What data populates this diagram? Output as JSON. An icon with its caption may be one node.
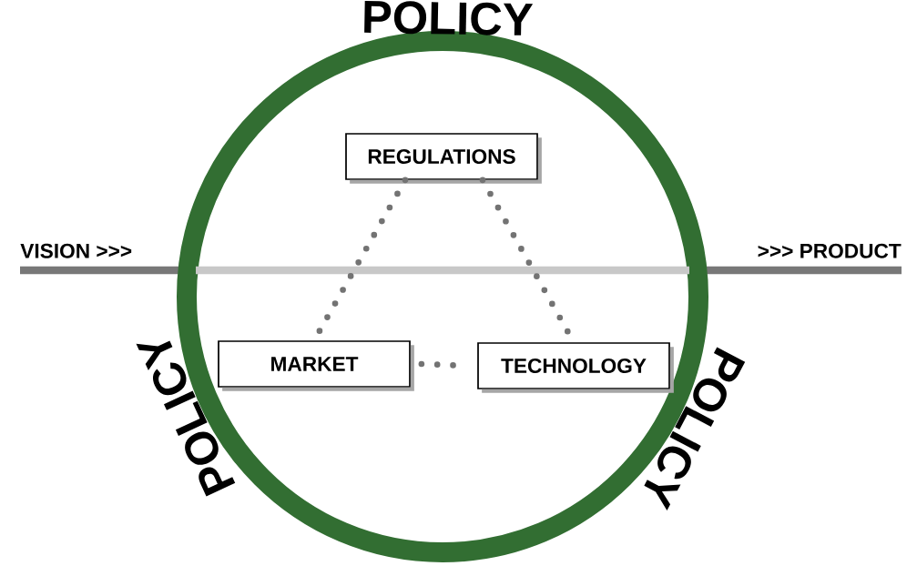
{
  "diagram": {
    "nodes": [
      {
        "text": [
          "POLICY",
          "POLICY",
          "POLICY"
        ]
      },
      {
        "text": [
          "REGULATIONS"
        ],
        "in": 0
      },
      {
        "text": [
          "MARKET"
        ],
        "in": 0
      },
      {
        "text": [
          "TECHNOLOGY"
        ],
        "in": 0
      }
    ],
    "edges": [
      {
        "from": 1,
        "to": 2,
        "arrow": "none",
        "style": "dashed"
      },
      {
        "from": 1,
        "to": 3,
        "arrow": "none",
        "style": "dashed"
      },
      {
        "from": 2,
        "to": 3,
        "arrow": "none",
        "style": "dashed"
      }
    ],
    "labels": [
      "VISION >>>",
      ">>> PRODUCT"
    ]
  }
}
